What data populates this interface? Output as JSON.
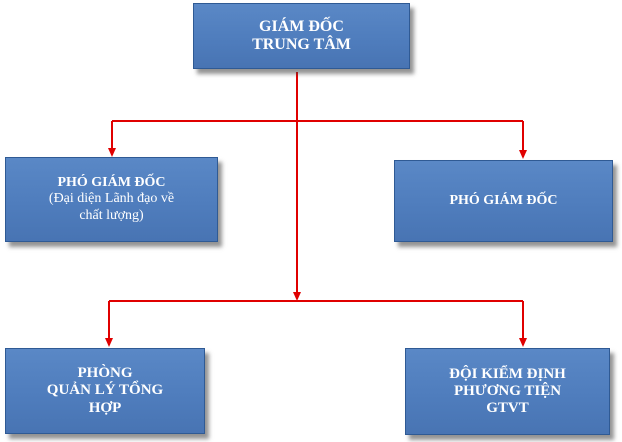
{
  "org_chart": {
    "director": {
      "line1": "GIÁM ĐỐC",
      "line2": "TRUNG TÂM"
    },
    "deputy_left": {
      "line1": "PHÓ GIÁM ĐỐC",
      "line2": "(Đại diện Lãnh đạo về",
      "line3": "chất lượng)"
    },
    "deputy_right": {
      "line1": "PHÓ GIÁM ĐỐC"
    },
    "admin_dept": {
      "line1": "PHÒNG",
      "line2": "QUẢN LÝ TỔNG",
      "line3": "HỢP"
    },
    "inspection_team": {
      "line1": "ĐỘI KIỂM ĐỊNH",
      "line2": "PHƯƠNG TIỆN",
      "line3": "GTVT"
    }
  },
  "colors": {
    "box_fill": "#4f7dbd",
    "box_text": "#ffffff",
    "connector": "#e00000"
  }
}
